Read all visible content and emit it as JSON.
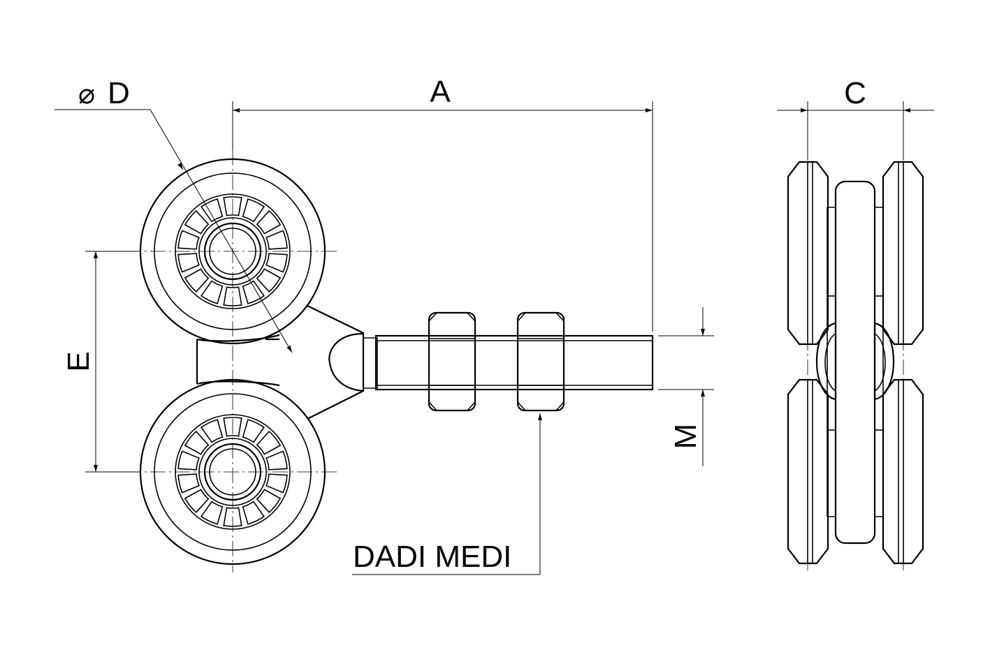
{
  "labels": {
    "diameter_symbol": "⌀",
    "diameter": "D",
    "length": "A",
    "width": "C",
    "spacing": "E",
    "thread": "M",
    "nuts": "DADI MEDI"
  },
  "colors": {
    "line": "#000000",
    "background": "#ffffff"
  }
}
